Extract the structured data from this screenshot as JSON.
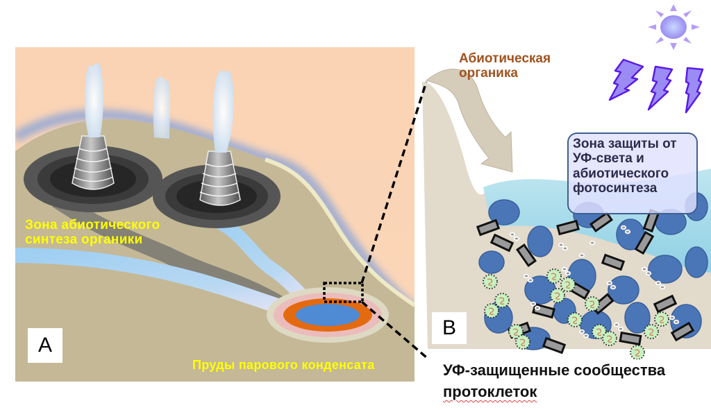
{
  "panel_a": {
    "letter": "A",
    "synthesis_zone_label": [
      "Зона абиотического",
      "синтеза органики"
    ],
    "ponds_label": "Пруды парового конденсата",
    "colors": {
      "sky": "#fbd4b4",
      "ground": "#c4b896",
      "label_text": "#ffff00",
      "pond_center": "#4f8ad4",
      "pond_ring": "#e46a10",
      "pond_outer_ring": "#ebbcbc"
    }
  },
  "panel_b": {
    "letter": "B",
    "organics_label": [
      "Абиотическая",
      "органика"
    ],
    "protection_zone_label": [
      "Зона защиты от",
      "УФ-света и",
      "абиотического",
      "фотосинтеза"
    ],
    "bottom_caption": [
      "УФ-защищенные сообщества",
      "протоклеток"
    ],
    "colors": {
      "organics_text": "#a0521e",
      "water": "#a9dbe8",
      "sediment": "#e0d8c8",
      "rocks": "#4a76b8",
      "protocell_fill": "#c8f0c0",
      "uv_bolts": "#9b8cf5"
    }
  },
  "icons": [
    "sun-icon",
    "uv-lightning-icon",
    "uv-lightning-icon",
    "uv-lightning-icon"
  ]
}
